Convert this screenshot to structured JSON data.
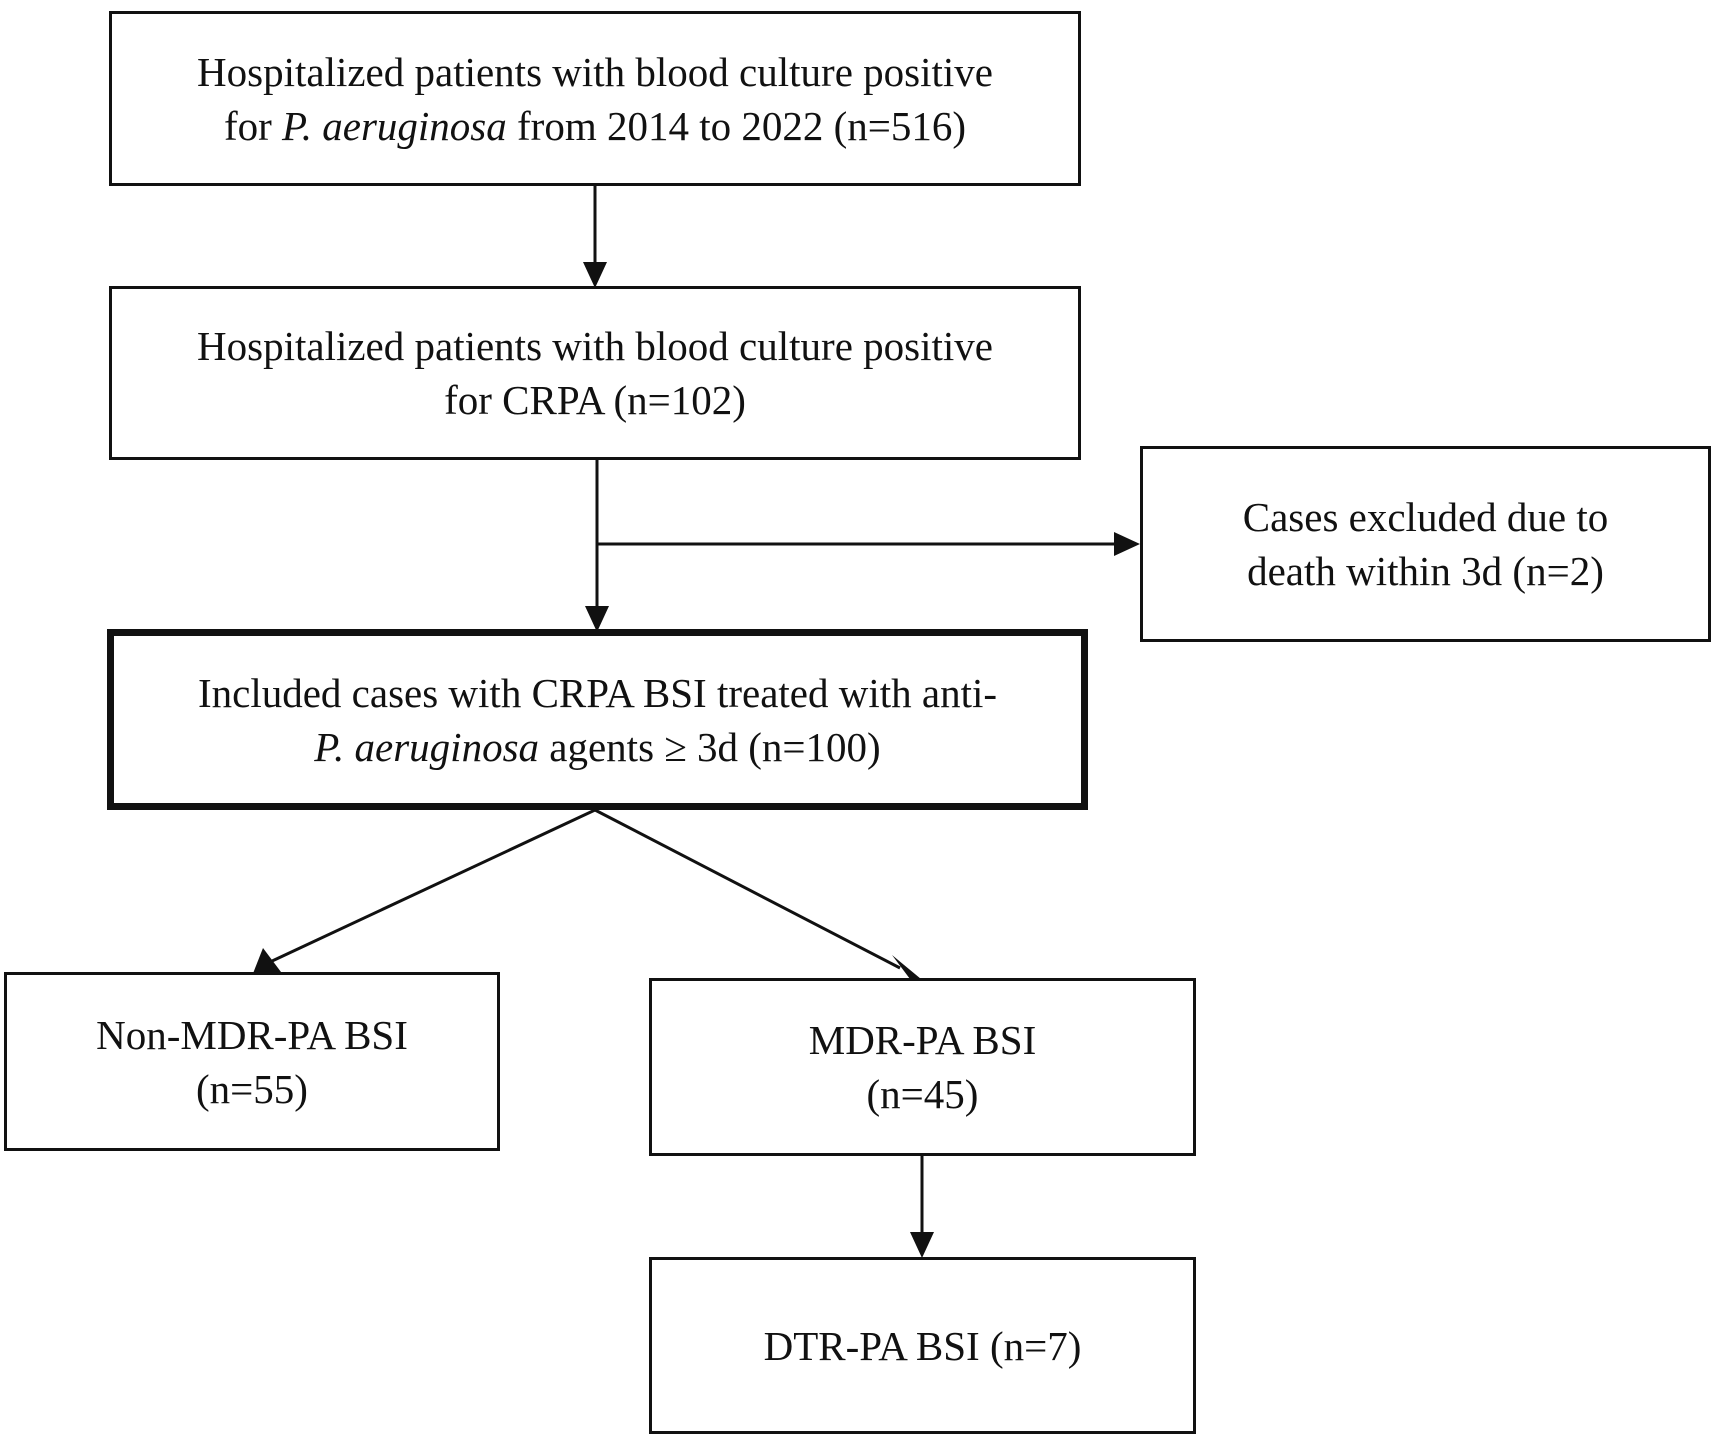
{
  "flowchart": {
    "boxes": {
      "initial_cohort": {
        "line1": "Hospitalized patients with blood culture positive",
        "line2_prefix": "for ",
        "line2_italic": "P. aeruginosa",
        "line2_suffix": " from 2014 to 2022 (n=516)"
      },
      "crpa_cohort": {
        "line1": "Hospitalized patients with blood culture positive",
        "line2": "for CRPA (n=102)"
      },
      "excluded": {
        "line1": "Cases excluded due to",
        "line2": "death within 3d (n=2)"
      },
      "included": {
        "line1": "Included cases with CRPA BSI treated with anti-",
        "line2_italic": "P. aeruginosa",
        "line2_suffix": " agents ≥ 3d (n=100)"
      },
      "non_mdr": {
        "line1": "Non-MDR-PA BSI",
        "line2": "(n=55)"
      },
      "mdr": {
        "line1": "MDR-PA BSI",
        "line2": "(n=45)"
      },
      "dtr": {
        "line1": "DTR-PA BSI (n=7)"
      }
    }
  }
}
